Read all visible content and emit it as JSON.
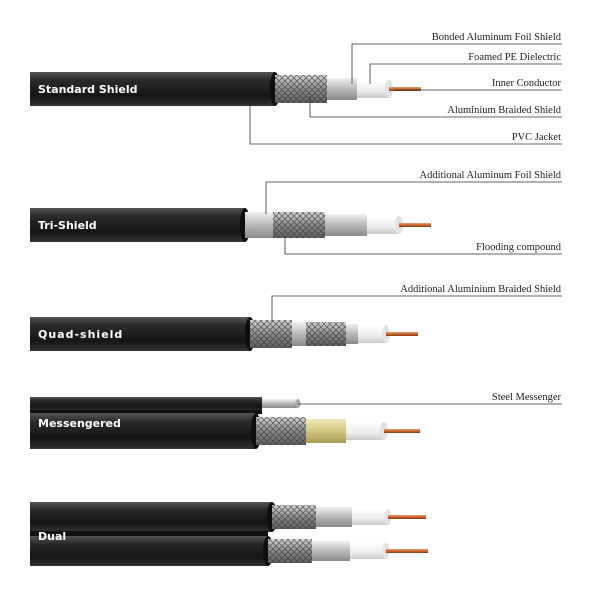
{
  "cables": [
    {
      "label": "Standard Shield",
      "callouts": [
        "Bonded Aluminum Foil Shield",
        "Foamed PE Dielectric",
        "Inner Conductor",
        "Aluminium Braided Shield",
        "PVC Jacket"
      ]
    },
    {
      "label": "Tri-Shield",
      "callouts": [
        "Additional Aluminum Foil Shield",
        "Flooding compound"
      ]
    },
    {
      "label": "Quad-shield",
      "callouts": [
        "Additional Aluminium Braided Shield"
      ]
    },
    {
      "label": "Messengered",
      "callouts": [
        "Steel Messenger"
      ]
    },
    {
      "label": "Dual",
      "callouts": []
    }
  ],
  "colors": {
    "jacket": "#1b1b1b",
    "jacket_highlight": "#4a4a4a",
    "braid": "#9a9a9a",
    "foil": "#c9c9c9",
    "dielectric": "#f4f4f4",
    "conductor": "#c8642e",
    "flooding": "#d8cf8c"
  }
}
